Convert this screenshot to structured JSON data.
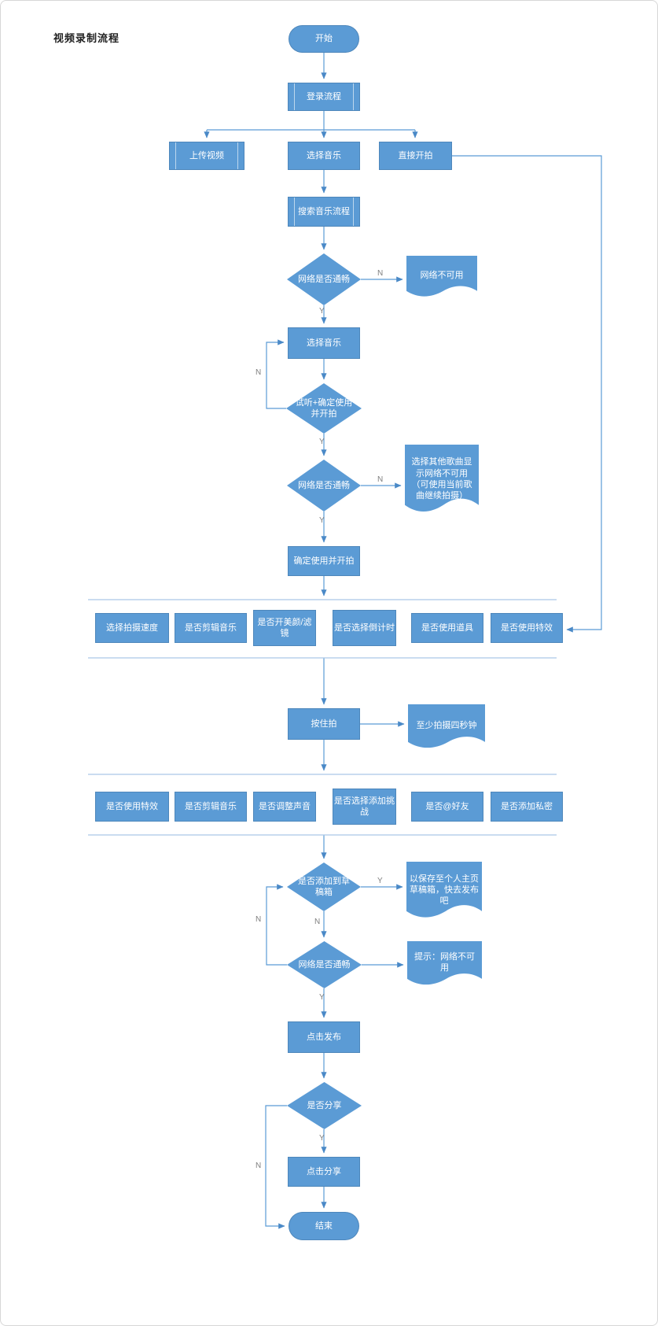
{
  "page": {
    "title": "视频录制流程"
  },
  "edge_labels": {
    "yes": "Y",
    "no": "N"
  },
  "nodes": {
    "start": "开始",
    "login": "登录流程",
    "upload_video": "上传视频",
    "choose_music": "选择音乐",
    "direct_shoot": "直接开拍",
    "search_music": "搜索音乐流程",
    "net_check_1": "网络是否通畅",
    "net_unavailable_doc": "网络不可用",
    "choose_music_2": "选择音乐",
    "audition_confirm": "试听+确定使用并开拍",
    "net_check_2": "网络是否通畅",
    "other_song_doc": "选择其他歌曲显示网络不可用（可使用当前歌曲继续拍摄）",
    "confirm_shoot": "确定使用并开拍",
    "hold_to_shoot": "按住拍",
    "min_duration_doc": "至少拍摄四秒钟",
    "add_to_draft_check": "是否添加到草稿箱",
    "draft_saved_doc": "以保存至个人主页草稿箱，快去发布吧",
    "net_check_3": "网络是否通畅",
    "net_tip_doc": "提示：网络不可用",
    "click_publish": "点击发布",
    "share_check": "是否分享",
    "click_share": "点击分享",
    "end": "结束"
  },
  "option_rows": {
    "row1": [
      "选择拍摄速度",
      "是否剪辑音乐",
      "是否开美颜/滤镜",
      "是否选择倒计时",
      "是否使用道具",
      "是否使用特效"
    ],
    "row2": [
      "是否使用特效",
      "是否剪辑音乐",
      "是否调整声音",
      "是否选择添加挑战",
      "是否@好友",
      "是否添加私密"
    ]
  }
}
